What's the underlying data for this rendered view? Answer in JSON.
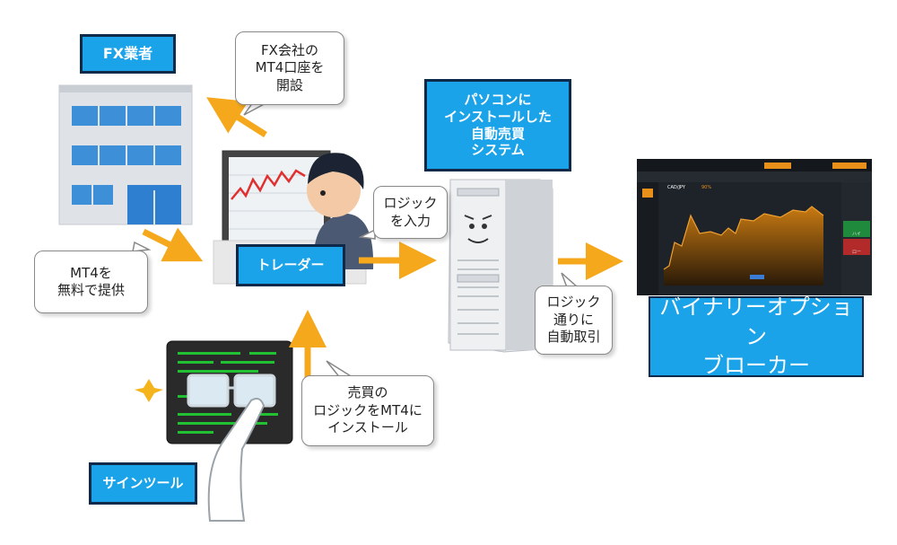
{
  "labels": {
    "fx_broker": "FX業者",
    "trader": "トレーダー",
    "system": "パソコンに\nインストールした\n自動売買\nシステム",
    "sign_tool": "サインツール",
    "binary_broker": "バイナリーオプション\nブローカー"
  },
  "bubbles": {
    "open_account": "FX会社の\nMT4口座を\n開設",
    "provide_mt4": "MT4を\n無料で提供",
    "input_logic": "ロジック\nを入力",
    "install_logic": "売買の\nロジックをMT4に\nインストール",
    "auto_trade": "ロジック\n通りに\n自動取引"
  },
  "platform_screen": {
    "pair": "CAD/JPY",
    "payout": "90%",
    "high_label": "ハイ",
    "low_label": "ロー"
  },
  "colors": {
    "label_blue": "#1aa3e8",
    "label_border": "#0d2a4a",
    "arrow_orange": "#f5a81c",
    "terminal_green": "#22c033",
    "chart_orange": "#e8901a"
  }
}
